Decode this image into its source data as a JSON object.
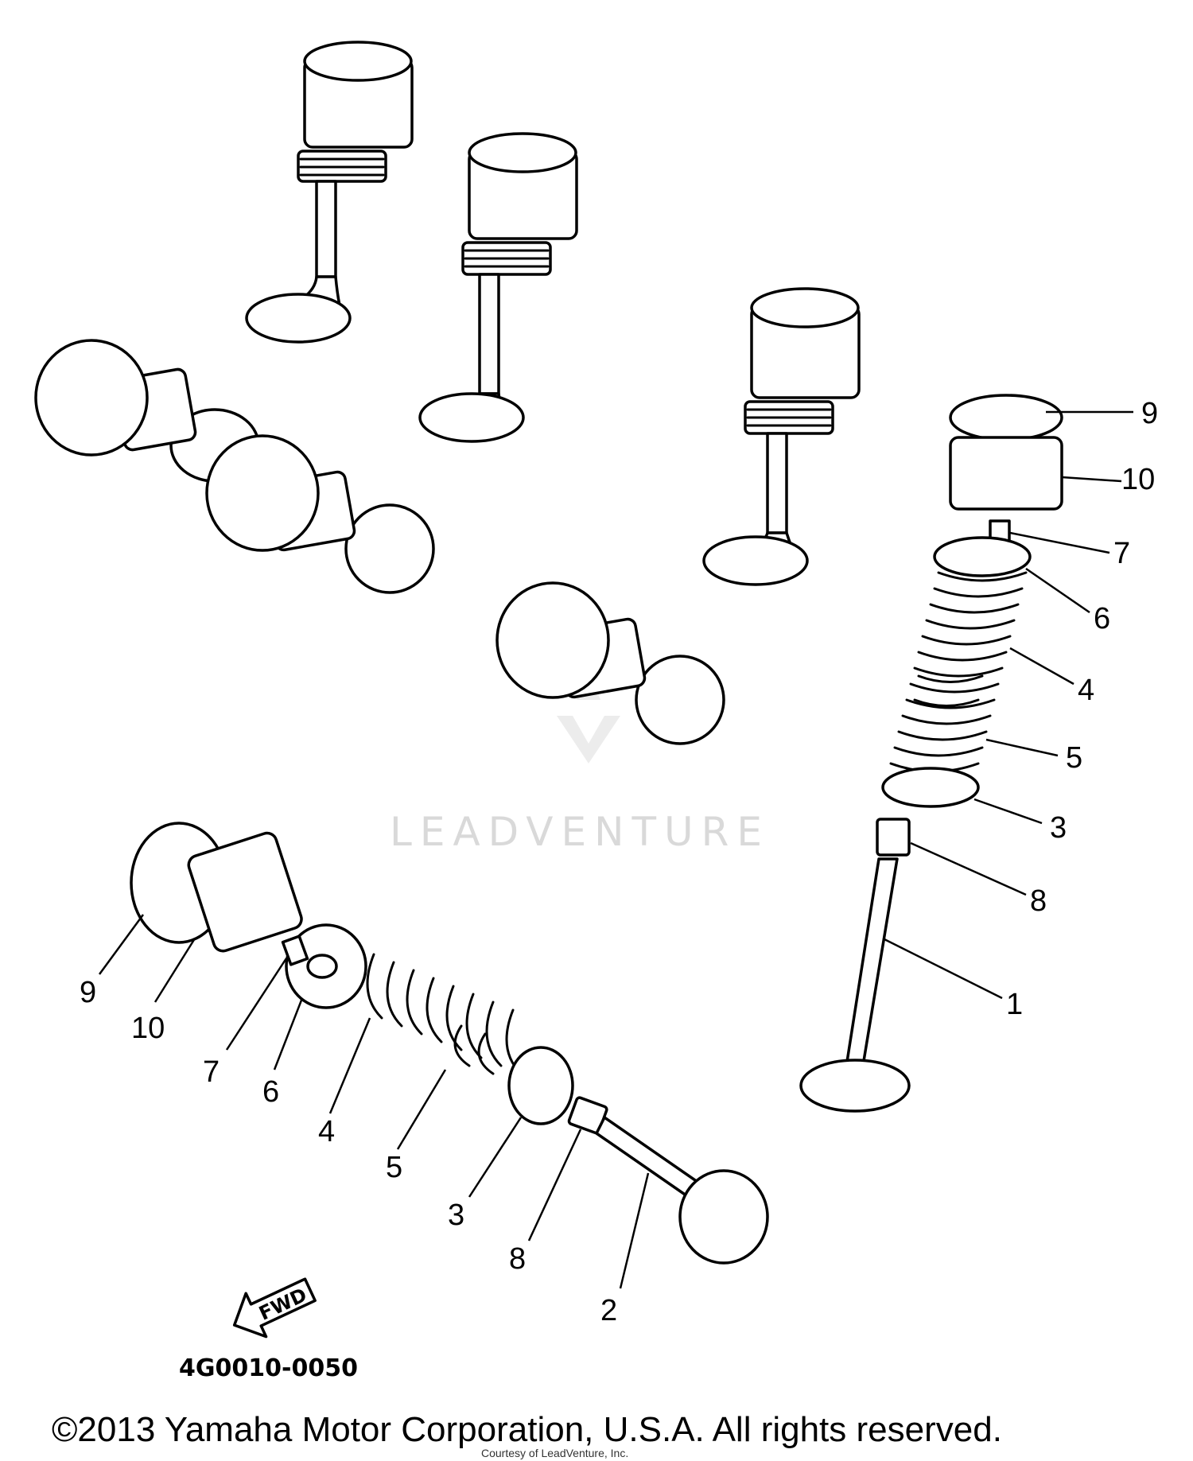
{
  "diagram": {
    "part_code": "4G0010-0050",
    "copyright": "©2013 Yamaha Motor Corporation, U.S.A. All rights reserved.",
    "credit": "Courtesy of LeadVenture, Inc.",
    "watermark": "LEADVENTURE",
    "direction_label": "FWD"
  },
  "right_assembly": {
    "labels": [
      "9",
      "10",
      "7",
      "6",
      "4",
      "5",
      "3",
      "8",
      "1"
    ]
  },
  "left_assembly": {
    "labels": [
      "9",
      "10",
      "7",
      "6",
      "4",
      "5",
      "3",
      "8",
      "2"
    ]
  }
}
